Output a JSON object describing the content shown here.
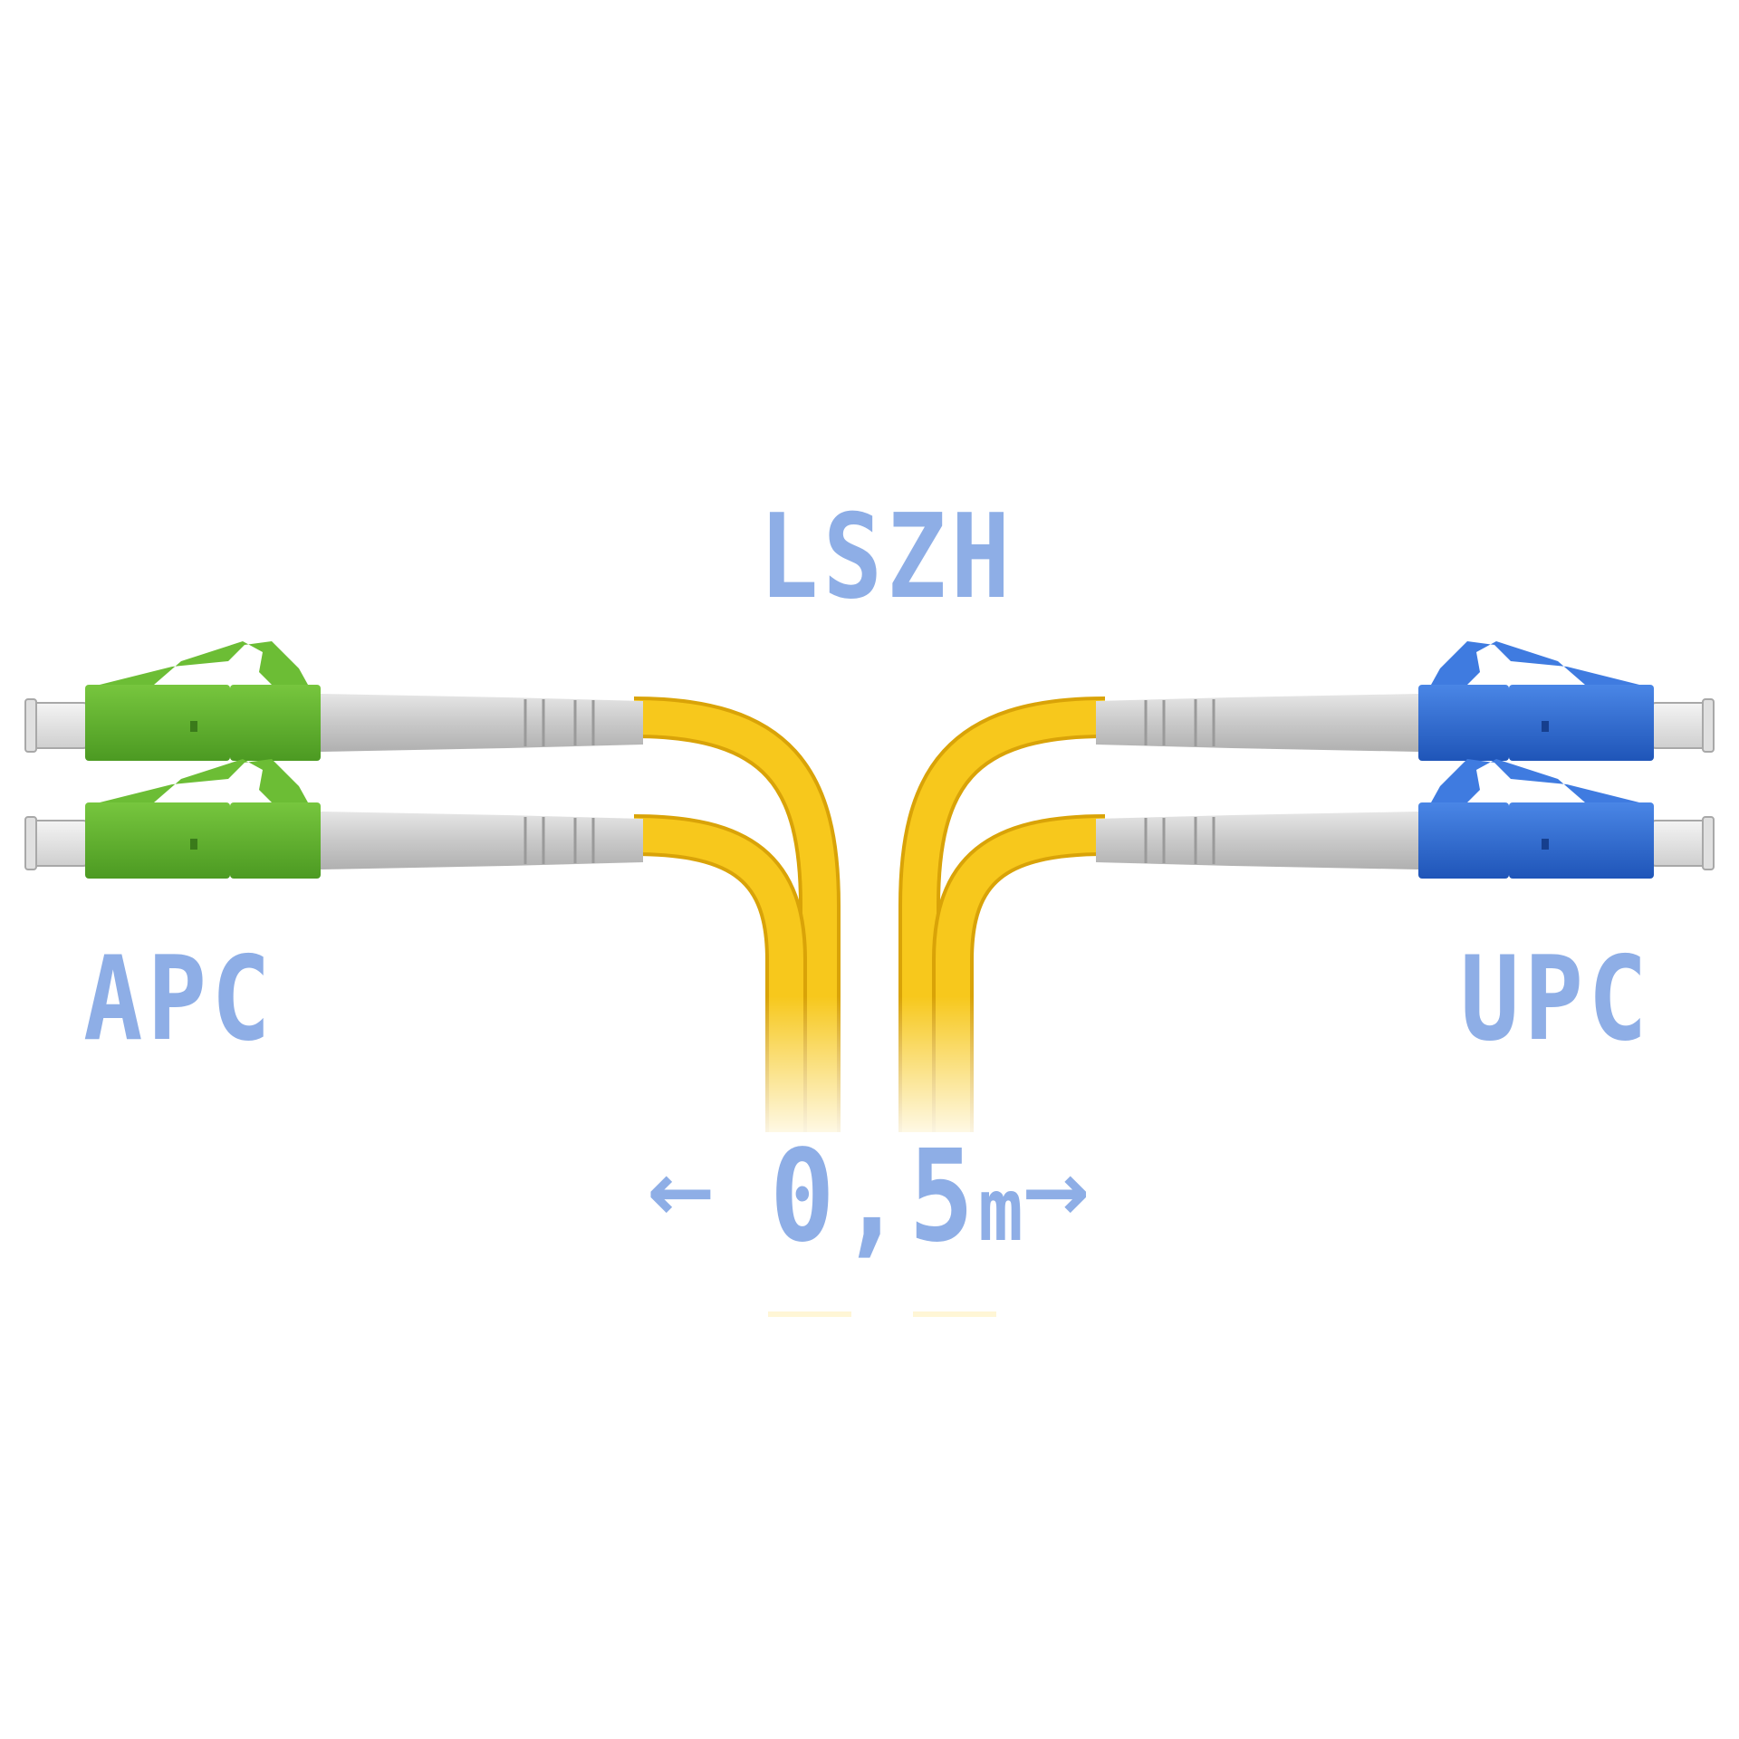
{
  "labels": {
    "material": "LSZH",
    "left_polish": "APC",
    "right_polish": "UPC",
    "length_value": "0,5",
    "length_unit": "m",
    "arrow_left": "←",
    "arrow_right": "→"
  },
  "colors": {
    "label": "#8eaee6",
    "cable_yellow": "#f5c518",
    "connector_green": "#5fb52f",
    "connector_blue": "#2f6fd6",
    "boot_grey": "#c9c9c9"
  }
}
